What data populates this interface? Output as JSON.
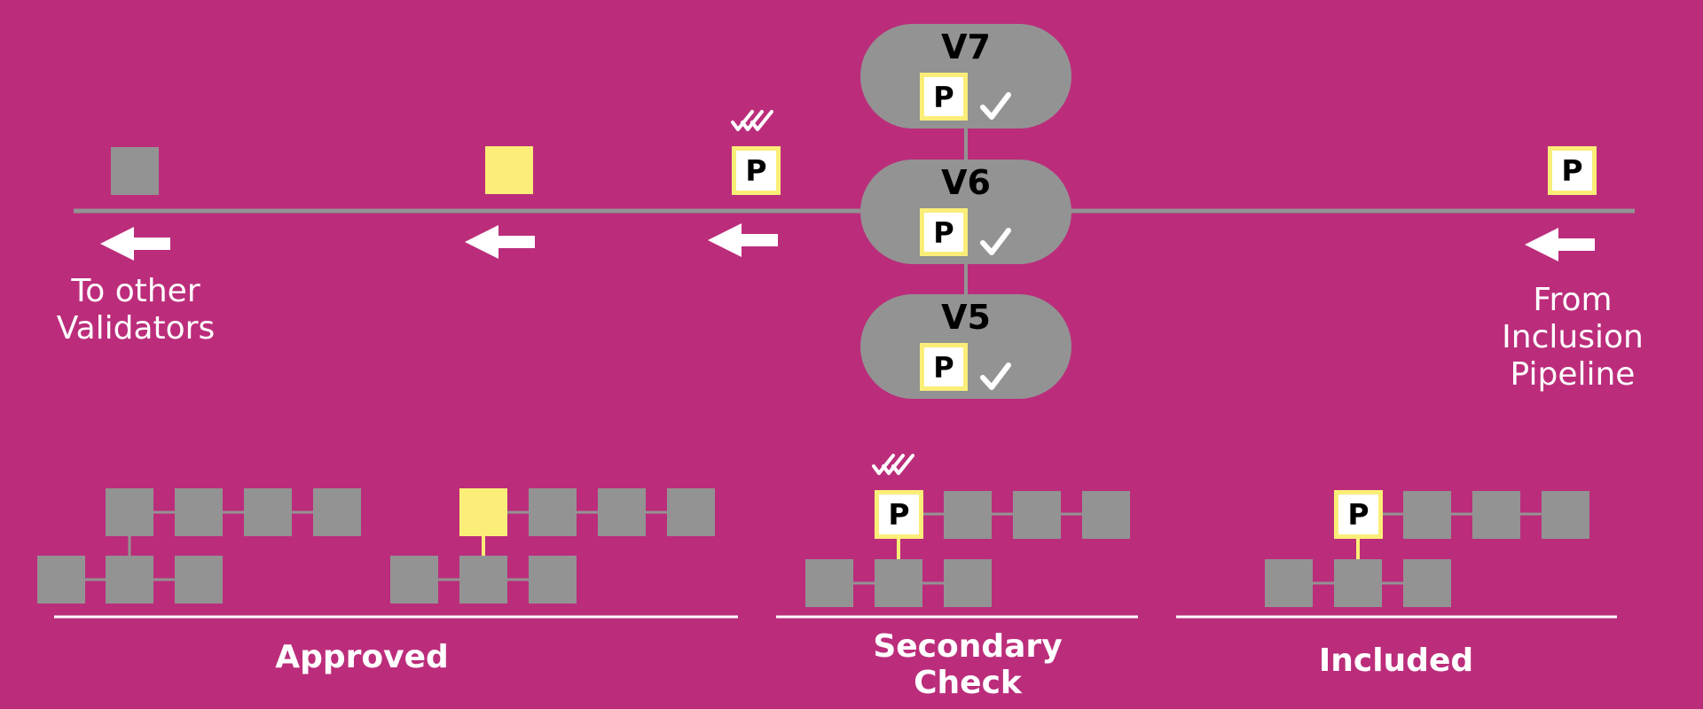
{
  "colors": {
    "background": "#BB2D7B",
    "block_gray": "#939393",
    "highlight_yellow": "#FBEE78",
    "text_white": "#FFFFFF",
    "text_black": "#000000"
  },
  "validators": [
    {
      "label": "V7",
      "parachain_block": "P",
      "status_icon": "check-icon"
    },
    {
      "label": "V6",
      "parachain_block": "P",
      "status_icon": "check-icon"
    },
    {
      "label": "V5",
      "parachain_block": "P",
      "status_icon": "check-icon"
    }
  ],
  "pipeline": {
    "outgoing_label": "To other Validators",
    "outgoing_lines": [
      "To other",
      "Validators"
    ],
    "incoming_label": "From Inclusion Pipeline",
    "incoming_lines": [
      "From",
      "Inclusion",
      "Pipeline"
    ],
    "candidate_letter": "P",
    "approval_icon": "triple-check-icon"
  },
  "stages": [
    {
      "name": "Approved",
      "lines": [
        "Approved"
      ]
    },
    {
      "name": "Secondary Check",
      "lines": [
        "Secondary",
        "Check"
      ]
    },
    {
      "name": "Included",
      "lines": [
        "Included"
      ]
    }
  ]
}
